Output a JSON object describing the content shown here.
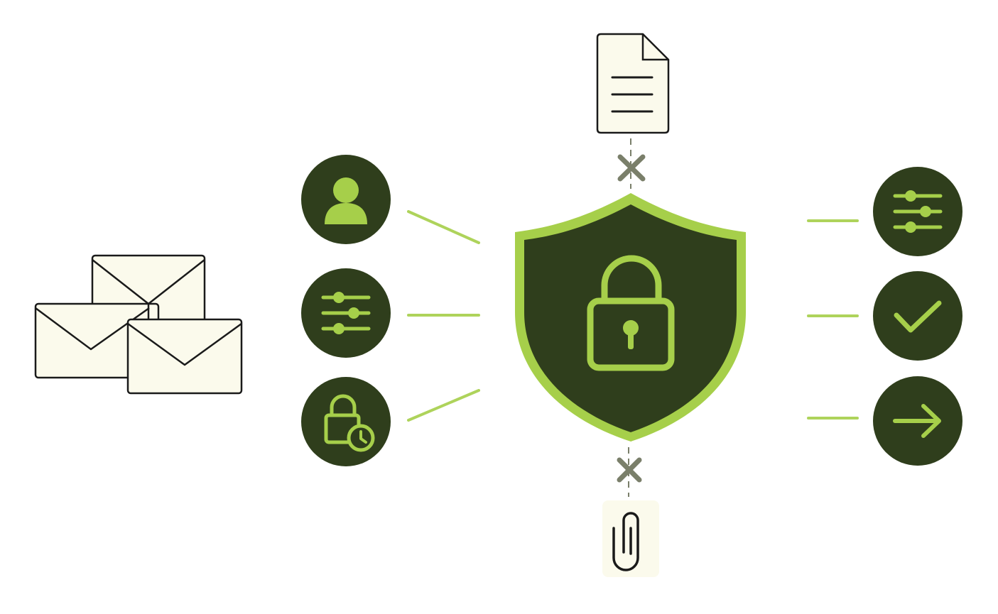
{
  "colors": {
    "dark": "#2f3e1c",
    "accent": "#a6cf4a",
    "paper": "#fbfaec",
    "outline": "#1a1a1a",
    "blocked": "#7a7f6a",
    "background": "#ffffff"
  },
  "envelopes": {
    "icon": "envelope-stack-icon",
    "count": 3
  },
  "left_controls": [
    {
      "icon": "user-icon"
    },
    {
      "icon": "sliders-icon"
    },
    {
      "icon": "timed-lock-icon"
    }
  ],
  "center": {
    "icon": "shield-lock-icon"
  },
  "top_item": {
    "icon": "document-icon",
    "status": "blocked"
  },
  "bottom_item": {
    "icon": "paperclip-icon",
    "status": "blocked"
  },
  "right_outcomes": [
    {
      "icon": "sliders-icon"
    },
    {
      "icon": "checkmark-icon"
    },
    {
      "icon": "arrow-right-icon"
    }
  ]
}
